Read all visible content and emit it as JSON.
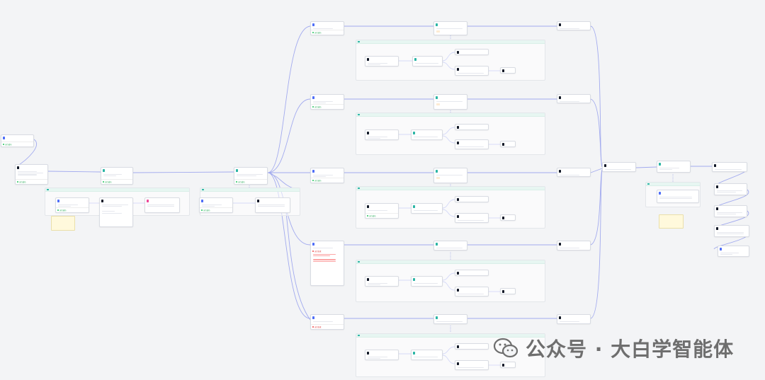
{
  "watermark": {
    "text": "公众号 · 大白学智能体",
    "icon": "wechat-icon"
  },
  "colors": {
    "wire": "#9aa3ee",
    "success": "#22c55e",
    "error": "#ef4444",
    "warning": "#f59e0b"
  },
  "status": {
    "success": "运行成功",
    "error": "运行失败"
  },
  "notes": [
    {
      "id": "note-left",
      "text": ""
    },
    {
      "id": "note-right",
      "text": ""
    }
  ]
}
